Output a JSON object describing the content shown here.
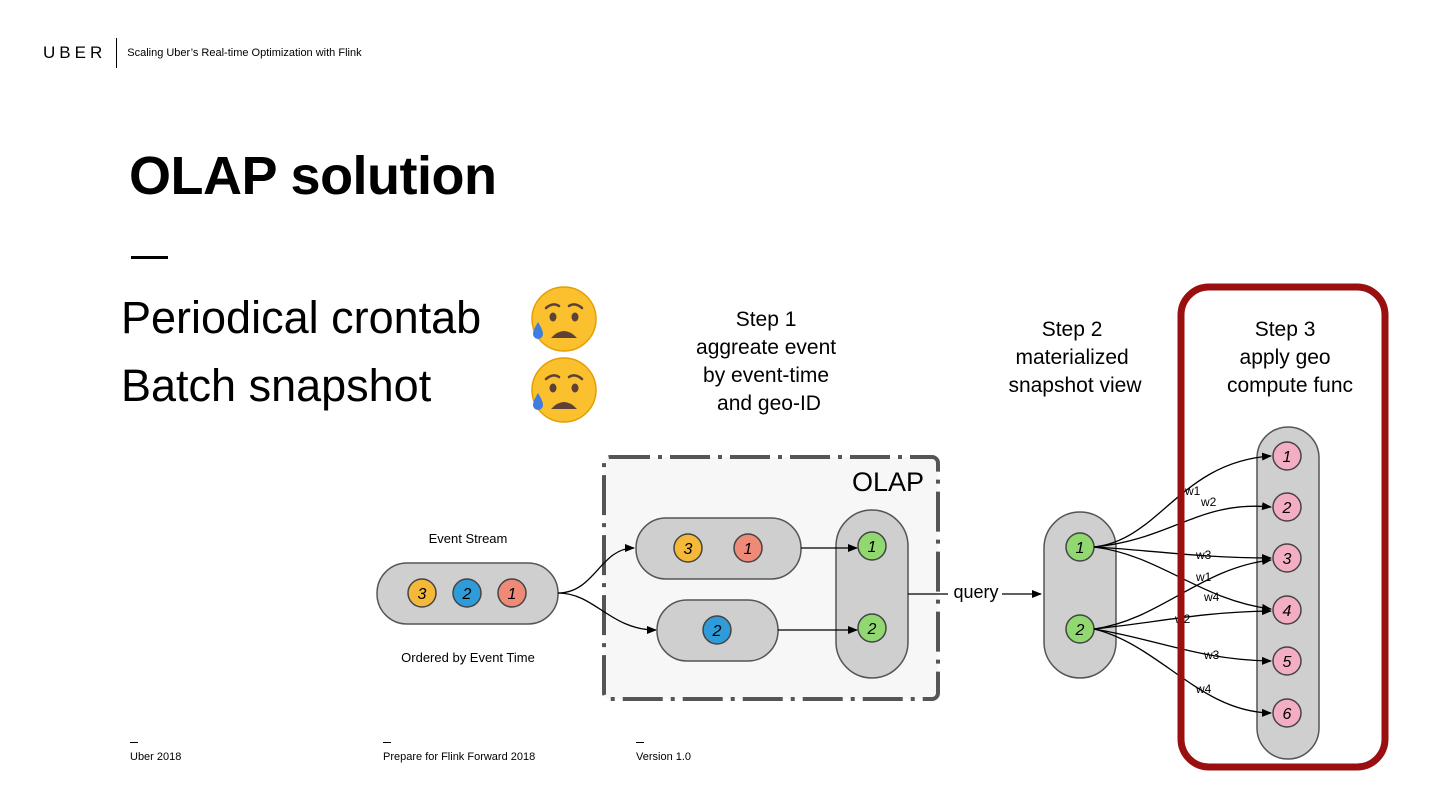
{
  "header": {
    "logo": "UBER",
    "subtitle": "Scaling Uber’s Real-time Optimization with Flink"
  },
  "title": "OLAP solution",
  "bullets": [
    {
      "text": "Periodical crontab",
      "icon": "sad-sweat-face-icon"
    },
    {
      "text": "Batch snapshot",
      "icon": "sad-sweat-face-icon"
    }
  ],
  "diagram": {
    "steps": [
      {
        "lines": [
          "Step 1",
          "aggreate event",
          "by event-time",
          "and geo-ID"
        ]
      },
      {
        "lines": [
          "Step 2",
          "materialized",
          "snapshot view"
        ]
      },
      {
        "lines": [
          "Step 3",
          "apply geo",
          "compute func"
        ]
      }
    ],
    "olap_label": "OLAP",
    "event_stream_label": "Event Stream",
    "ordered_label": "Ordered by Event Time",
    "query_label": "query",
    "stream_nodes": [
      "3",
      "2",
      "1"
    ],
    "group_a_nodes": [
      "3",
      "1"
    ],
    "group_b_nodes": [
      "2"
    ],
    "agg_nodes": [
      "1",
      "2"
    ],
    "snapshot_nodes": [
      "1",
      "2"
    ],
    "geo_nodes": [
      "1",
      "2",
      "3",
      "4",
      "5",
      "6"
    ],
    "edge_labels_from_1": [
      "w1",
      "w2",
      "w3",
      "w4"
    ],
    "edge_labels_from_2": [
      "w1",
      "w2",
      "w3",
      "w4"
    ],
    "colors": {
      "node_3": "#f5b93a",
      "node_2": "#2f9bd8",
      "node_1": "#f08a78",
      "agg_green": "#90d86f",
      "geo_pink": "#f4aec3",
      "container_gray": "#cfcfcf",
      "highlight_red": "#9a0f0f"
    }
  },
  "footer": [
    "Uber 2018",
    "Prepare for Flink Forward 2018",
    "Version 1.0"
  ]
}
